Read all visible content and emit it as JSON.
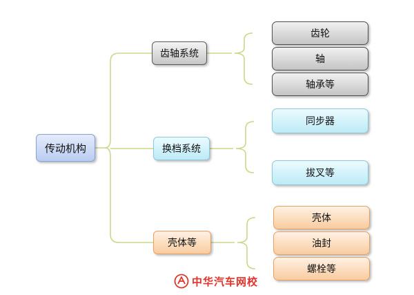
{
  "root": {
    "label": "传动机构"
  },
  "groups": [
    {
      "label": "齿轴系统",
      "children": [
        "齿轮",
        "轴",
        "轴承等"
      ]
    },
    {
      "label": "换档系统",
      "children": [
        "同步器",
        "拔叉等"
      ]
    },
    {
      "label": "壳体等",
      "children": [
        "壳体",
        "油封",
        "螺栓等"
      ]
    }
  ],
  "colors": {
    "connector": "#c8d98a",
    "watermark": "#e0332b"
  },
  "watermark": {
    "text": "中华汽车网校",
    "icon": "car-logo-icon"
  }
}
